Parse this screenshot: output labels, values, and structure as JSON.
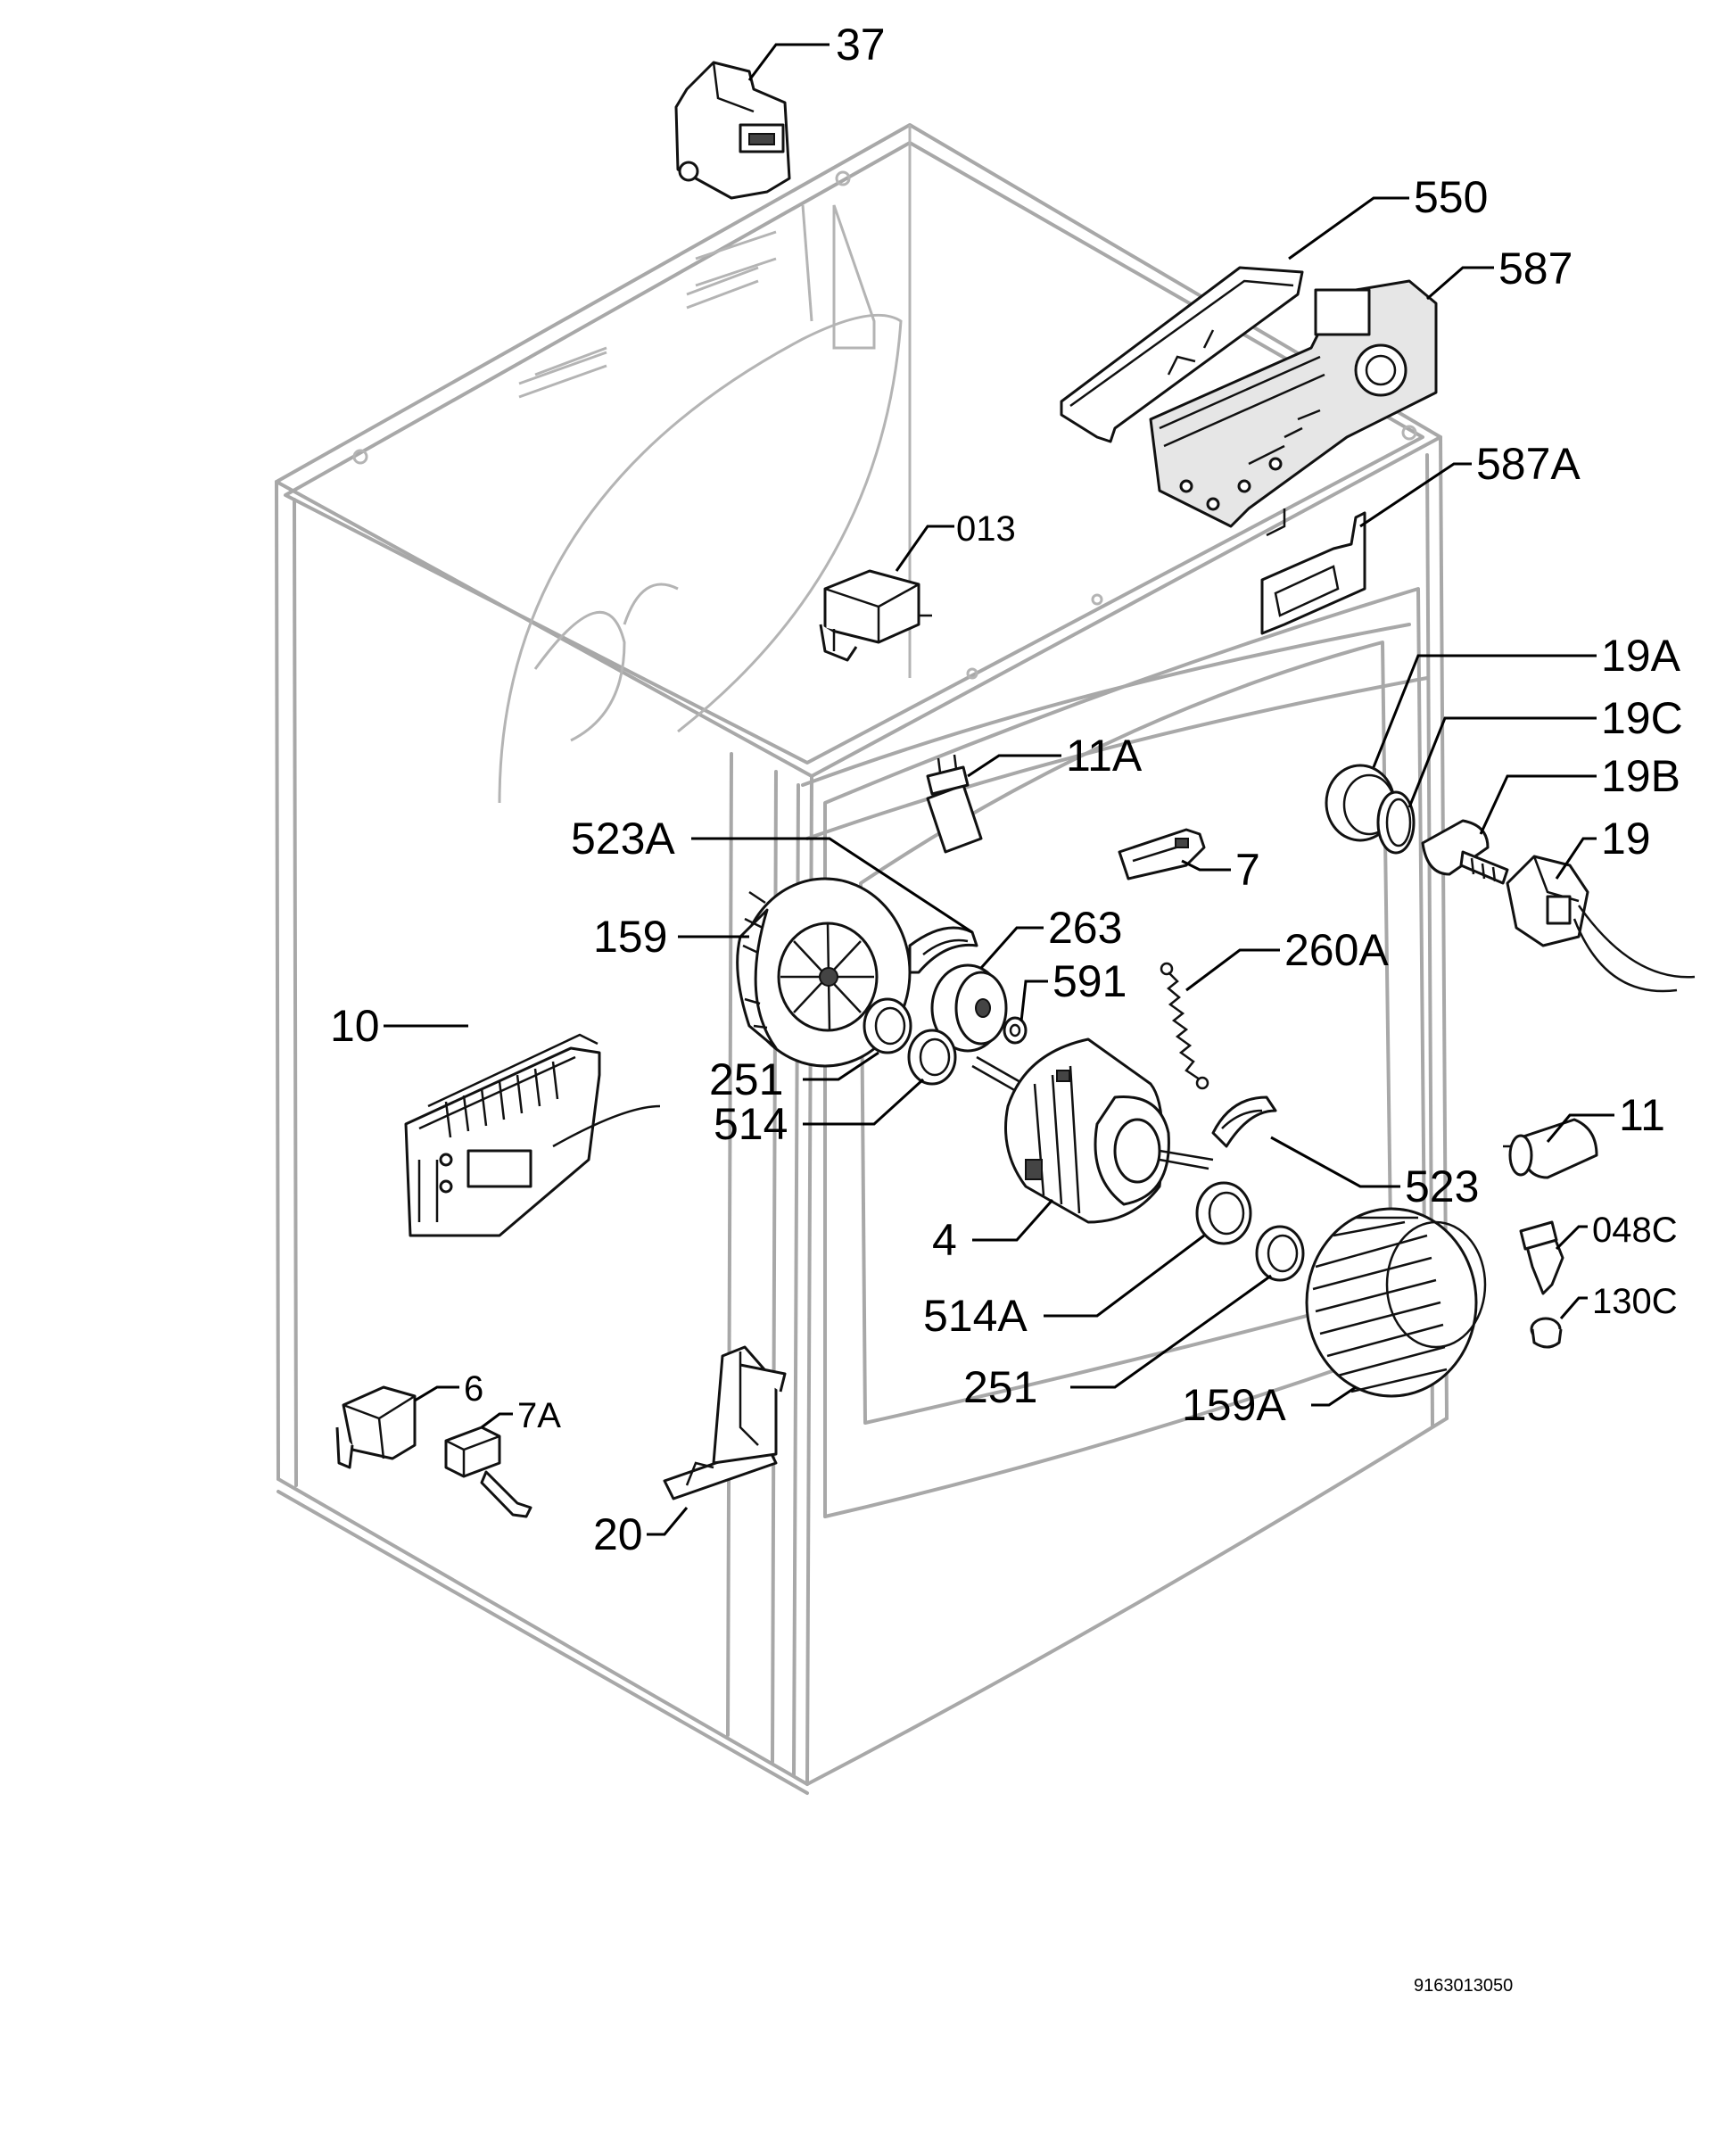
{
  "labels": {
    "p37": "37",
    "p550": "550",
    "p587": "587",
    "p587A": "587A",
    "p013": "013",
    "p19A": "19A",
    "p19C": "19C",
    "p19B": "19B",
    "p19": "19",
    "p11A": "11A",
    "p523A": "523A",
    "p7": "7",
    "p159": "159",
    "p263": "263",
    "p260A": "260A",
    "p591": "591",
    "p10": "10",
    "p251a": "251",
    "p514": "514",
    "p11": "11",
    "p523": "523",
    "p4": "4",
    "p048C": "048C",
    "p514A": "514A",
    "p130C": "130C",
    "p251b": "251",
    "p159A": "159A",
    "p6": "6",
    "p7A": "7A",
    "p20": "20"
  },
  "diagram_code": "9163013050"
}
